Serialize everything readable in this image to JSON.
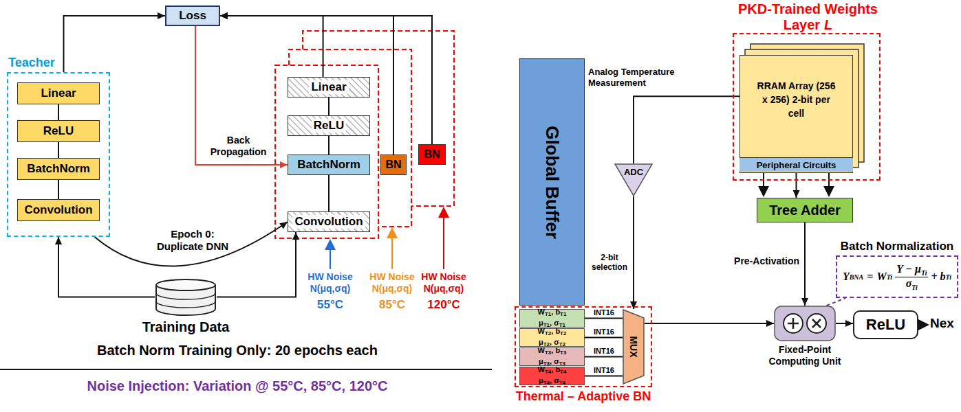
{
  "diagram": {
    "nodes": [
      {
        "text": [
          "Loss"
        ]
      },
      {
        "text": [
          "Teacher"
        ]
      },
      {
        "text": [
          "Linear"
        ],
        "in": 1
      },
      {
        "text": [
          "ReLU"
        ],
        "in": 1
      },
      {
        "text": [
          "BatchNorm"
        ],
        "in": 1
      },
      {
        "text": [
          "Convolution"
        ],
        "in": 1
      },
      {
        "text": [
          "Linear"
        ]
      },
      {
        "text": [
          "ReLU"
        ]
      },
      {
        "text": [
          "BatchNorm"
        ]
      },
      {
        "text": [
          "Convolution"
        ]
      },
      {
        "text": [
          "BN"
        ]
      },
      {
        "text": [
          "BN"
        ]
      },
      {
        "text": [
          "Training Data"
        ]
      },
      {
        "text": [
          "Global Buffer"
        ]
      },
      {
        "text": [
          "Thermal – Adaptive BN"
        ]
      },
      {
        "text": [
          "W",
          "T1",
          ", b",
          "T1",
          "μ",
          "T1",
          ", σ",
          "T1"
        ],
        "in": 14
      },
      {
        "text": [
          "W",
          "T2",
          ", b",
          "T2",
          "μ",
          "T2",
          ", σ",
          "T2"
        ],
        "in": 14
      },
      {
        "text": [
          "W",
          "T3",
          ", b",
          "T3",
          "μ",
          "T3",
          ", σ",
          "T3"
        ],
        "in": 14
      },
      {
        "text": [
          "W",
          "T4",
          ", b",
          "T4",
          "μ",
          "T4",
          ", σ",
          "T4"
        ],
        "in": 14
      },
      {
        "text": [
          "MUX"
        ],
        "in": 14
      },
      {
        "text": [
          "ADC"
        ]
      },
      {
        "text": [
          "PKD-Trained Weights",
          "Layer",
          "L"
        ]
      },
      {
        "text": [
          "RRAM Array (256 x 256) 2-bit per cell"
        ],
        "in": 21
      },
      {
        "text": [
          "Peripheral Circuits"
        ],
        "in": 22
      },
      {
        "text": [
          "Tree Adder"
        ]
      },
      {
        "text": [
          "Fixed-Point Computing Unit"
        ]
      },
      {
        "text": [
          "Batch Normalization",
          "Y",
          "BNA",
          "=",
          "W",
          "Ti",
          "Y − μ",
          "Ti",
          "σ",
          "Ti",
          "+ b",
          "Ti"
        ]
      },
      {
        "text": [
          "ReLU"
        ]
      }
    ],
    "edges": [
      {
        "from": 1,
        "to": 0,
        "arrow": "to"
      },
      {
        "from": 6,
        "to": 0,
        "arrow": "to"
      },
      {
        "from": 10,
        "to": 0,
        "arrow": "to"
      },
      {
        "from": 11,
        "to": 0,
        "arrow": "to"
      },
      {
        "from": 0,
        "to": 8,
        "label": "Back Propagation",
        "arrow": "to"
      },
      {
        "from": 12,
        "to": 1,
        "arrow": "to"
      },
      {
        "from": 12,
        "to": 9,
        "arrow": "to"
      },
      {
        "from": 1,
        "to": 9,
        "label": "Epoch 0: Duplicate DNN",
        "arrow": "to"
      },
      {
        "from": 2,
        "to": 3,
        "arrow": "none"
      },
      {
        "from": 3,
        "to": 4,
        "arrow": "none"
      },
      {
        "from": 4,
        "to": 5,
        "arrow": "none"
      },
      {
        "from": 6,
        "to": 7,
        "arrow": "none"
      },
      {
        "from": 7,
        "to": 8,
        "arrow": "none"
      },
      {
        "from": 8,
        "to": 9,
        "arrow": "none"
      },
      {
        "from": 22,
        "to": 20,
        "arrow": "none"
      },
      {
        "from": 20,
        "to": 19,
        "arrow": "to"
      },
      {
        "from": 15,
        "to": 19,
        "label": "INT16",
        "arrow": "none"
      },
      {
        "from": 16,
        "to": 19,
        "label": "INT16",
        "arrow": "none"
      },
      {
        "from": 17,
        "to": 19,
        "label": "INT16",
        "arrow": "none"
      },
      {
        "from": 18,
        "to": 19,
        "label": "INT16",
        "arrow": "none"
      },
      {
        "from": 19,
        "to": 25,
        "arrow": "to"
      },
      {
        "from": 23,
        "to": 24,
        "arrow": "to"
      },
      {
        "from": 24,
        "to": 25,
        "label": "Pre-Activation",
        "arrow": "to"
      },
      {
        "from": 25,
        "to": 26,
        "arrow": "none"
      },
      {
        "from": 25,
        "to": 27,
        "arrow": "to"
      }
    ],
    "labels": [
      "HW Noise N(μq,σq)",
      "55°C",
      "HW Noise N(μq,σq)",
      "85°C",
      "HW Noise N(μq,σq)",
      "120°C",
      "Batch Norm Training Only: 20 epochs each",
      "Noise Injection: Variation @ 55°C, 85°C, 120°C",
      "Analog Temperature Measurement",
      "2-bit selection",
      "Nex"
    ]
  }
}
